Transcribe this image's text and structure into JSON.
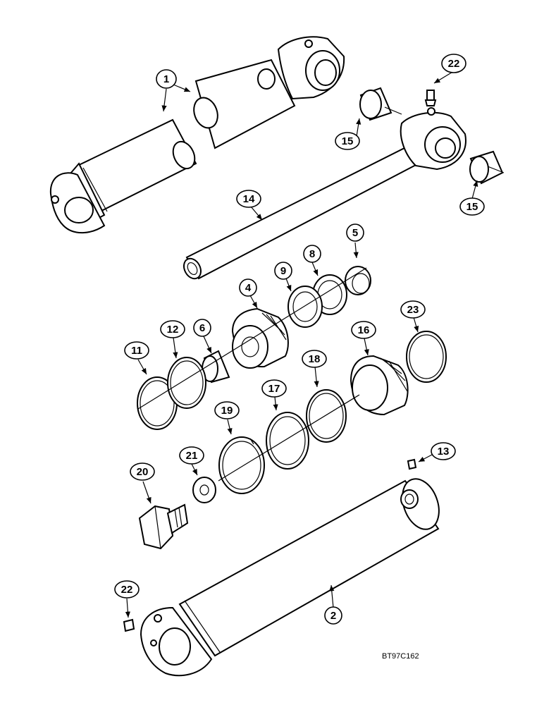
{
  "figure": {
    "code": "BT97C162",
    "callouts": [
      "1",
      "22",
      "15",
      "15",
      "14",
      "5",
      "8",
      "9",
      "4",
      "23",
      "12",
      "6",
      "16",
      "11",
      "18",
      "17",
      "19",
      "21",
      "13",
      "20",
      "22",
      "2"
    ]
  }
}
